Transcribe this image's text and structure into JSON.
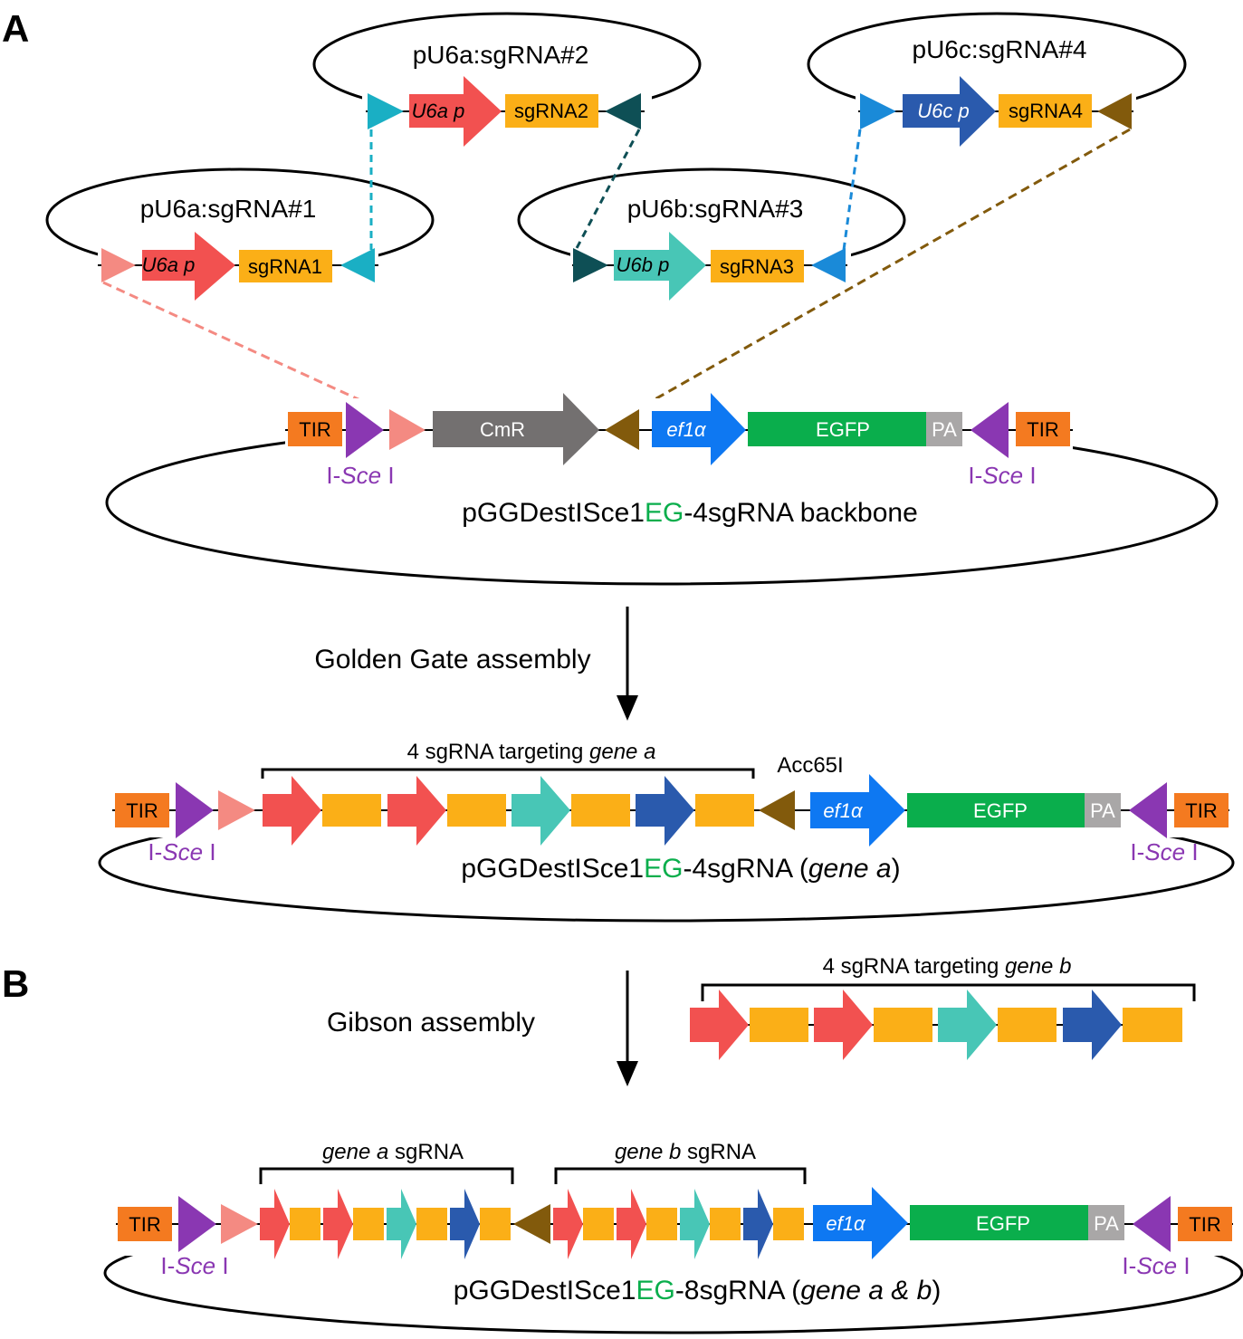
{
  "colors": {
    "u6a": "#f25150",
    "u6b": "#48c6b6",
    "u6c": "#2a5aad",
    "sgrna": "#fbaf17",
    "tir": "#f47a20",
    "isce": "#8a37b2",
    "salmon": "#f48a82",
    "teal_site": "#1aafc4",
    "dark_teal": "#0e4f55",
    "blue_site": "#1a8ad8",
    "brown": "#825a0c",
    "cmr": "#737070",
    "ef1a": "#0e78f2",
    "egfp": "#0aae4c",
    "pa": "#a9a7a7",
    "eg_text": "#0aae4c",
    "isce_text": "#8a37b2"
  },
  "panels": {
    "a": "A",
    "b": "B"
  },
  "plasmids": {
    "p1": {
      "name": "pU6a:sgRNA#1",
      "promoter": "U6a p",
      "sgrna": "sgRNA1"
    },
    "p2": {
      "name": "pU6a:sgRNA#2",
      "promoter": "U6a p",
      "sgrna": "sgRNA2"
    },
    "p3": {
      "name": "pU6b:sgRNA#3",
      "promoter": "U6b p",
      "sgrna": "sgRNA3"
    },
    "p4": {
      "name": "pU6c:sgRNA#4",
      "promoter": "U6c p",
      "sgrna": "sgRNA4"
    }
  },
  "elements": {
    "tir": "TIR",
    "cmr": "CmR",
    "ef1a": "ef1α",
    "egfp": "EGFP",
    "pa": "PA",
    "isce_prefix": "I-",
    "isce_italic": "Sce",
    "isce_suffix": " I",
    "acc65i": "Acc65I"
  },
  "backbone": {
    "name_pre": "pGGDestISce1",
    "name_eg": "EG",
    "name_post": "-4sgRNA backbone"
  },
  "steps": {
    "golden_gate": "Golden Gate assembly",
    "gibson": "Gibson assembly"
  },
  "construct_a": {
    "bracket_pre": "4 sgRNA targeting ",
    "bracket_italic": "gene a",
    "name_pre": "pGGDestISce1",
    "name_eg": "EG",
    "name_mid": "-4sgRNA (",
    "name_italic": "gene a",
    "name_post": ")"
  },
  "insert_b": {
    "bracket_pre": "4 sgRNA targeting ",
    "bracket_italic": "gene b"
  },
  "construct_b": {
    "bracket_a_italic": "gene a",
    "bracket_a_post": " sgRNA",
    "bracket_b_italic": "gene b",
    "bracket_b_post": " sgRNA",
    "name_pre": "pGGDestISce1",
    "name_eg": "EG",
    "name_mid": "-8sgRNA (",
    "name_italic": "gene a & b",
    "name_post": ")"
  }
}
